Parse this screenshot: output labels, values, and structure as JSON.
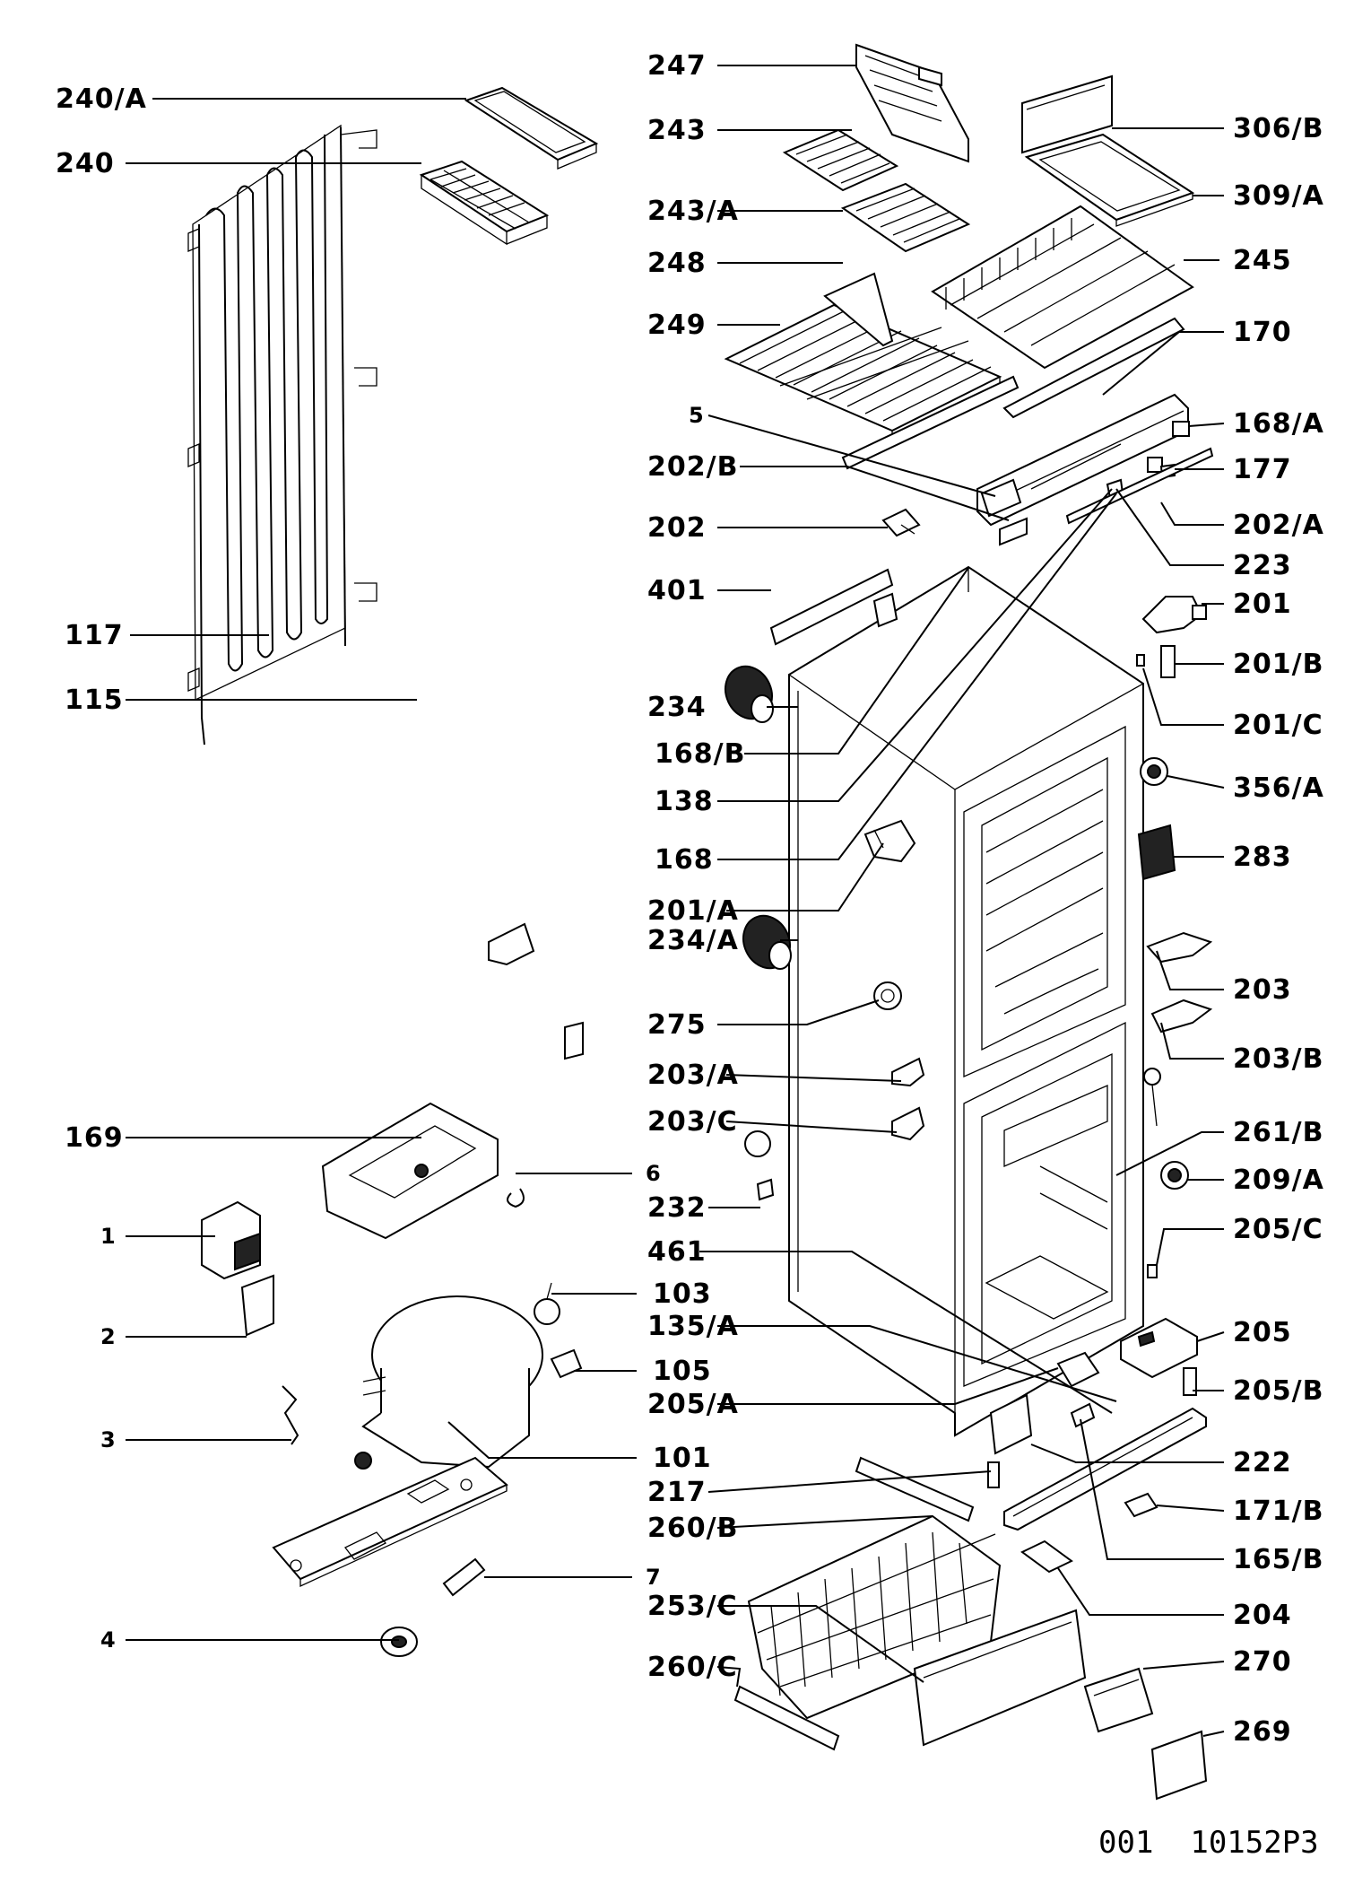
{
  "labels": {
    "p240a": "240/A",
    "p240": "240",
    "p117": "117",
    "p115": "115",
    "p169": "169",
    "p1": "1",
    "p2": "2",
    "p3": "3",
    "p4": "4",
    "p6": "6",
    "p7": "7",
    "p103": "103",
    "p105": "105",
    "p101": "101",
    "p247": "247",
    "p243": "243",
    "p243a": "243/A",
    "p248": "248",
    "p249": "249",
    "p5": "5",
    "p202b": "202/B",
    "p202": "202",
    "p401": "401",
    "p234": "234",
    "p168b": "168/B",
    "p138": "138",
    "p168": "168",
    "p201a": "201/A",
    "p234a": "234/A",
    "p275": "275",
    "p203a": "203/A",
    "p203c": "203/C",
    "p232": "232",
    "p461": "461",
    "p135a": "135/A",
    "p205a": "205/A",
    "p217": "217",
    "p260b": "260/B",
    "p253c": "253/C",
    "p260c": "260/C",
    "p306b": "306/B",
    "p309a": "309/A",
    "p245": "245",
    "p170": "170",
    "p168a": "168/A",
    "p177": "177",
    "p202a": "202/A",
    "p223": "223",
    "p201": "201",
    "p201b": "201/B",
    "p201c": "201/C",
    "p356a": "356/A",
    "p283": "283",
    "p203": "203",
    "p203b": "203/B",
    "p261b": "261/B",
    "p209a": "209/A",
    "p205c": "205/C",
    "p205": "205",
    "p205b": "205/B",
    "p222": "222",
    "p171b": "171/B",
    "p165b": "165/B",
    "p204": "204",
    "p270": "270",
    "p269": "269"
  },
  "drawing_code": "001  10152P3"
}
